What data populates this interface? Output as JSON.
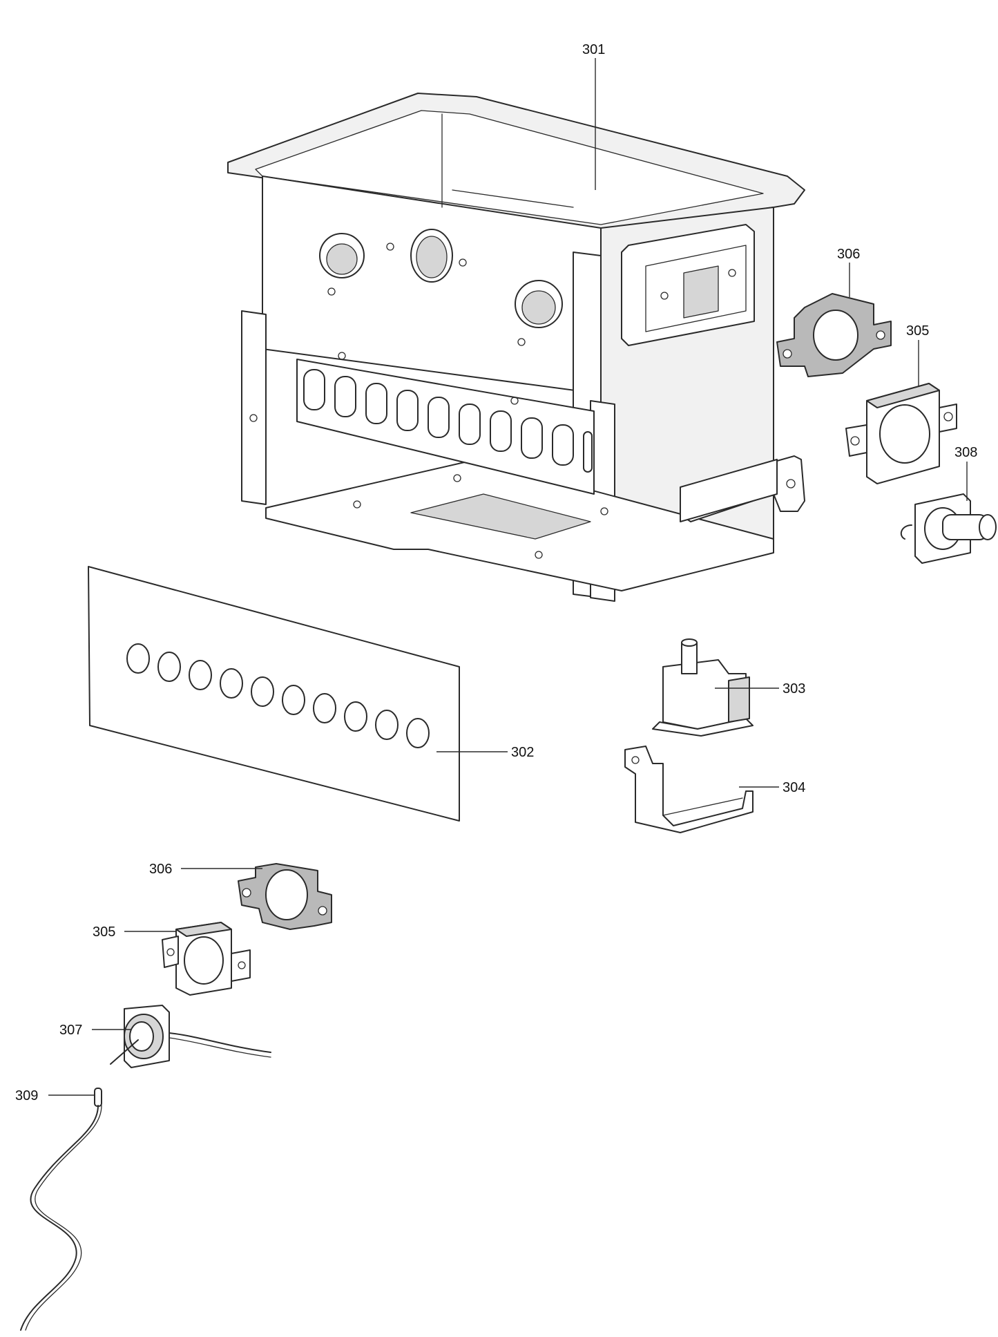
{
  "diagram": {
    "parts": [
      {
        "id": "301",
        "label": "301"
      },
      {
        "id": "302",
        "label": "302"
      },
      {
        "id": "303",
        "label": "303"
      },
      {
        "id": "304",
        "label": "304"
      },
      {
        "id": "305a",
        "label": "305"
      },
      {
        "id": "306a",
        "label": "306"
      },
      {
        "id": "308",
        "label": "308"
      },
      {
        "id": "306b",
        "label": "306"
      },
      {
        "id": "305b",
        "label": "305"
      },
      {
        "id": "307",
        "label": "307"
      },
      {
        "id": "309",
        "label": "309"
      }
    ]
  }
}
